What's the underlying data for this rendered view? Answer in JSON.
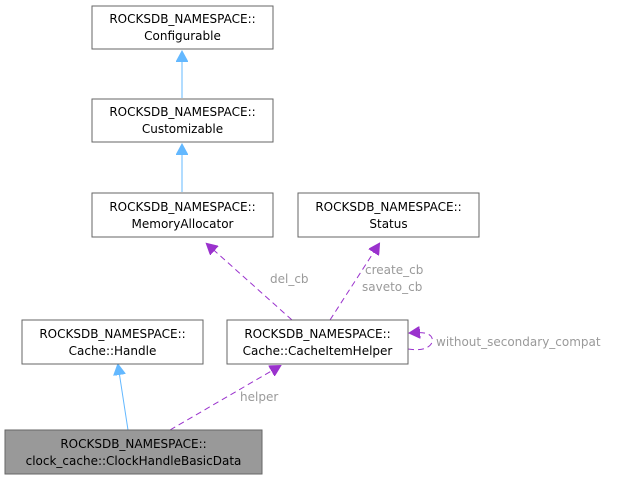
{
  "nodes": {
    "configurable": {
      "line1": "ROCKSDB_NAMESPACE::",
      "line2": "Configurable"
    },
    "customizable": {
      "line1": "ROCKSDB_NAMESPACE::",
      "line2": "Customizable"
    },
    "memory_allocator": {
      "line1": "ROCKSDB_NAMESPACE::",
      "line2": "MemoryAllocator"
    },
    "status": {
      "line1": "ROCKSDB_NAMESPACE::",
      "line2": "Status"
    },
    "cache_handle": {
      "line1": "ROCKSDB_NAMESPACE::",
      "line2": "Cache::Handle"
    },
    "cache_item_helper": {
      "line1": "ROCKSDB_NAMESPACE::",
      "line2": "Cache::CacheItemHelper"
    },
    "clock_handle_basic_data": {
      "line1": "ROCKSDB_NAMESPACE::",
      "line2": "clock_cache::ClockHandleBasicData"
    }
  },
  "edge_labels": {
    "del_cb": "del_cb",
    "create_cb": "create_cb",
    "saveto_cb": "saveto_cb",
    "without_secondary_compat": "without_secondary_compat",
    "helper": "helper"
  },
  "colors": {
    "inheritance_edge": "#63b8ff",
    "member_edge": "#9a32cd",
    "highlight_node": "#999999",
    "edge_label": "#9a9a9a"
  }
}
